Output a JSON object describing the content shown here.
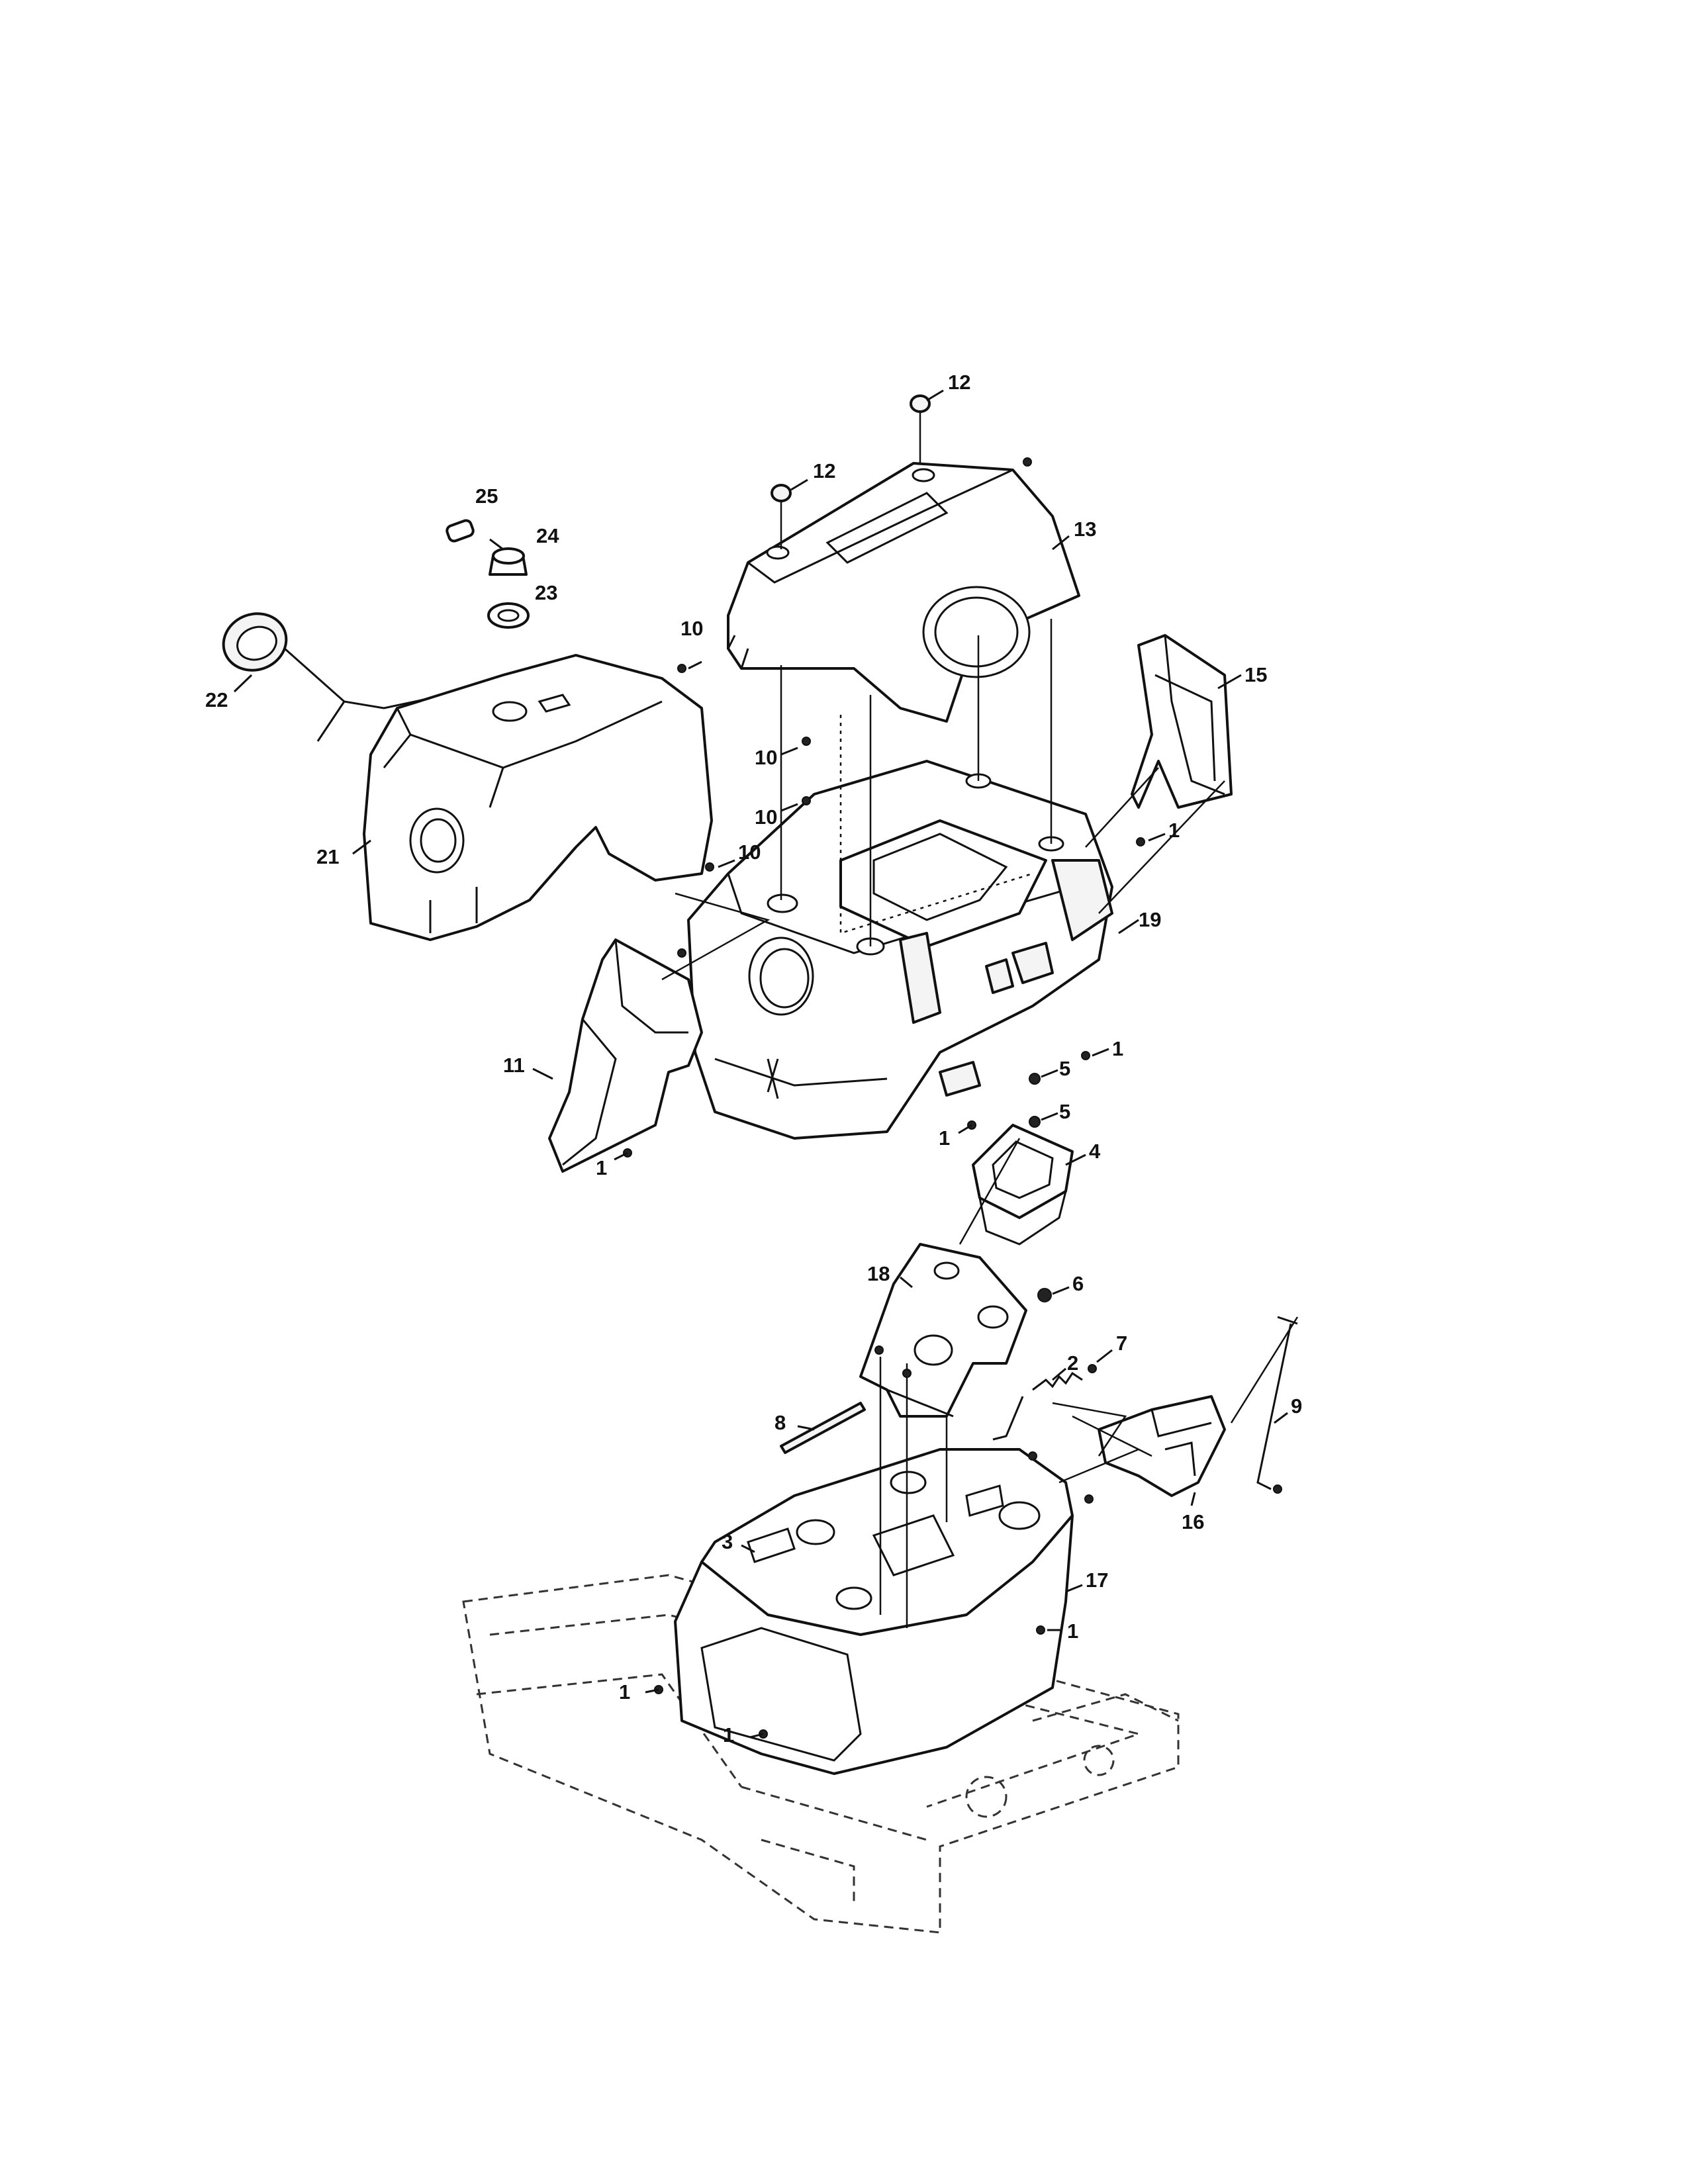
{
  "callouts": [
    {
      "id": "c12a",
      "text": "12"
    },
    {
      "id": "c12b",
      "text": "12"
    },
    {
      "id": "c13",
      "text": "13"
    },
    {
      "id": "c25",
      "text": "25"
    },
    {
      "id": "c24",
      "text": "24"
    },
    {
      "id": "c23",
      "text": "23"
    },
    {
      "id": "c22",
      "text": "22"
    },
    {
      "id": "c21",
      "text": "21"
    },
    {
      "id": "c10a",
      "text": "10"
    },
    {
      "id": "c10b",
      "text": "10"
    },
    {
      "id": "c10c",
      "text": "10"
    },
    {
      "id": "c10d",
      "text": "10"
    },
    {
      "id": "c15",
      "text": "15"
    },
    {
      "id": "c1a",
      "text": "1"
    },
    {
      "id": "c19",
      "text": "19"
    },
    {
      "id": "c11",
      "text": "11"
    },
    {
      "id": "c1b",
      "text": "1"
    },
    {
      "id": "c5a",
      "text": "5"
    },
    {
      "id": "c5b",
      "text": "5"
    },
    {
      "id": "c1c",
      "text": "1"
    },
    {
      "id": "c1d",
      "text": "1"
    },
    {
      "id": "c4",
      "text": "4"
    },
    {
      "id": "c18",
      "text": "18"
    },
    {
      "id": "c6",
      "text": "6"
    },
    {
      "id": "c7",
      "text": "7"
    },
    {
      "id": "c2",
      "text": "2"
    },
    {
      "id": "c8",
      "text": "8"
    },
    {
      "id": "c9",
      "text": "9"
    },
    {
      "id": "c16",
      "text": "16"
    },
    {
      "id": "c3",
      "text": "3"
    },
    {
      "id": "c17",
      "text": "17"
    },
    {
      "id": "c1e",
      "text": "1"
    },
    {
      "id": "c1f",
      "text": "1"
    },
    {
      "id": "c1g",
      "text": "1"
    }
  ]
}
